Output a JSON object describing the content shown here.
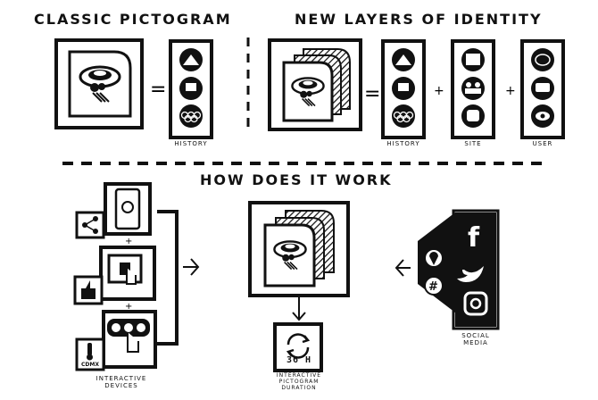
{
  "headings": {
    "classic": "CLASSIC PICTOGRAM",
    "new_layers": "new Layers of IDENTITY",
    "how": "HOW DOES IT WORK"
  },
  "captions": {
    "history_1": "HISTORY",
    "history_2": "HISTORY",
    "site": "SITE",
    "user": "USER",
    "devices_l1": "INTERACTIVE",
    "devices_l2": "DEVICES",
    "duration_l1": "INTERACTIVE",
    "duration_l2": "PICTOGRAM",
    "duration_l3": "DURATION",
    "social_l1": "SOCIAL",
    "social_l2": "MEDIA",
    "timer": "36 H",
    "cdmx": "CDMX"
  },
  "operators": {
    "equals": "=",
    "plus": "+"
  },
  "icons": {
    "history_column": [
      "pyramid-icon",
      "flag-icon",
      "olympic-rings-icon"
    ],
    "site_column": [
      "building-icon",
      "people-icon",
      "metro-icon"
    ],
    "user_column": [
      "brain-icon",
      "chat-icon",
      "eye-icon"
    ],
    "social": [
      "facebook-icon",
      "twitter-icon",
      "instagram-icon"
    ],
    "social_side": [
      "location-pin-icon",
      "hashtag-icon"
    ]
  }
}
